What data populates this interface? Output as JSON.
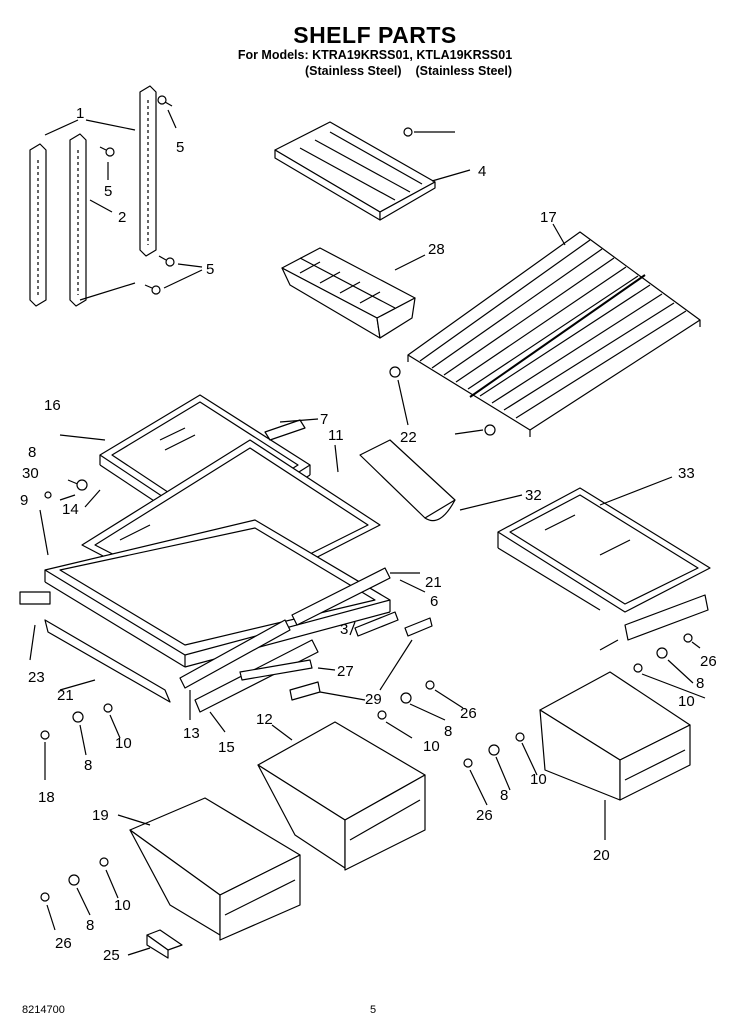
{
  "header": {
    "title": "SHELF PARTS",
    "models_line": "For Models: KTRA19KRSS01, KTLA19KRSS01",
    "variants_line": "(Stainless Steel)    (Stainless Steel)"
  },
  "footer": {
    "doc_number": "8214700",
    "page_number": "5"
  },
  "callouts": [
    "1",
    "5",
    "5",
    "2",
    "5",
    "5",
    "4",
    "28",
    "17",
    "22",
    "22",
    "16",
    "7",
    "11",
    "8",
    "30",
    "14",
    "9",
    "32",
    "33",
    "21",
    "6",
    "3",
    "27",
    "29",
    "23",
    "21",
    "13",
    "15",
    "26",
    "8",
    "10",
    "12",
    "8",
    "10",
    "26",
    "10",
    "8",
    "18",
    "10",
    "8",
    "26",
    "19",
    "20",
    "10",
    "8",
    "26",
    "25"
  ]
}
